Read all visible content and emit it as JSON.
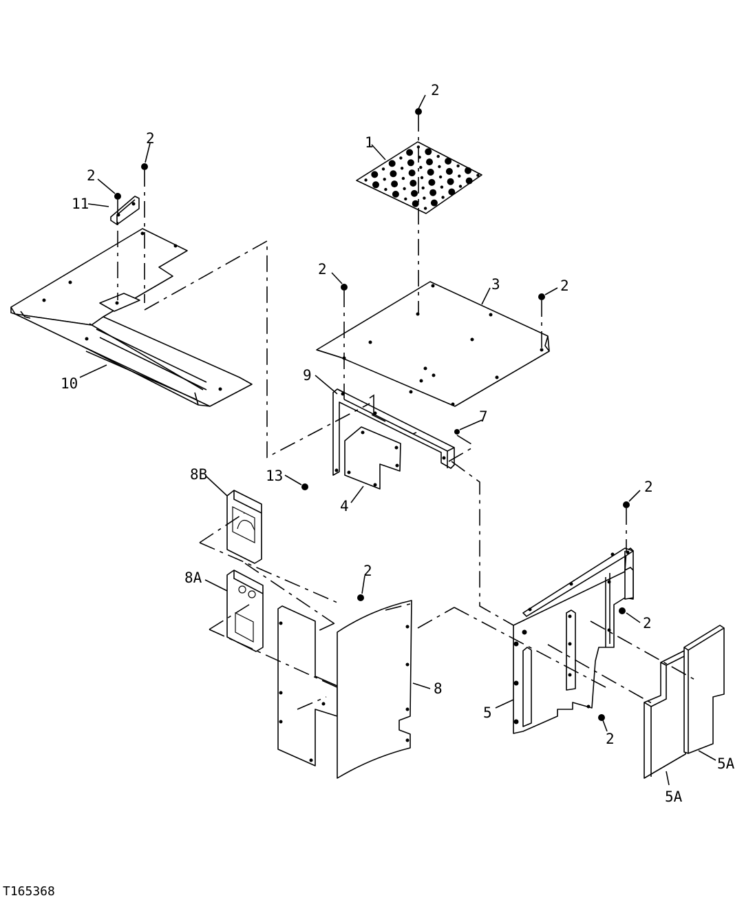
{
  "drawing_id": "T165368",
  "callouts": {
    "c1": "1",
    "c2": "2",
    "c3": "3",
    "c4": "4",
    "c5": "5",
    "c5a": "5A",
    "c7": "7",
    "c8": "8",
    "c8a": "8A",
    "c8b": "8B",
    "c9": "9",
    "c10": "10",
    "c11": "11",
    "c13": "13"
  }
}
